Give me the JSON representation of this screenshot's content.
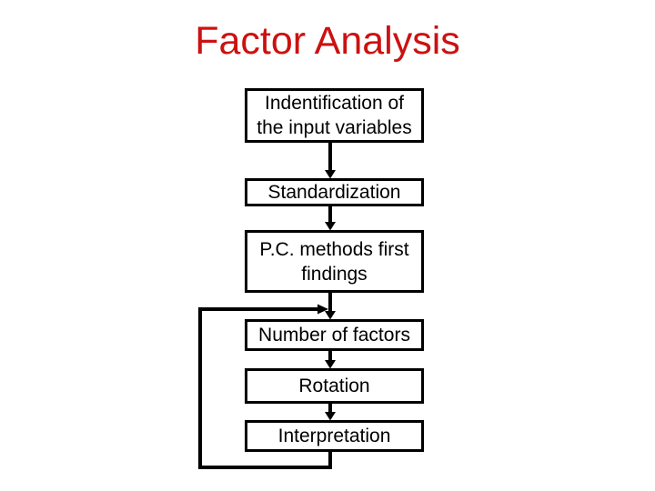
{
  "slide": {
    "title": "Factor Analysis"
  },
  "colors": {
    "title-color": "#cc1111",
    "line-color": "#000000",
    "box-bg": "#ffffff"
  },
  "flowchart": {
    "boxes": [
      {
        "label": "Indentification of the input variables"
      },
      {
        "label": "Standardization"
      },
      {
        "label": "P.C. methods first findings"
      },
      {
        "label": "Number of factors"
      },
      {
        "label": "Rotation"
      },
      {
        "label": "Interpretation"
      }
    ],
    "flow": "top-down with feedback loop from Interpretation back to Number of factors"
  }
}
